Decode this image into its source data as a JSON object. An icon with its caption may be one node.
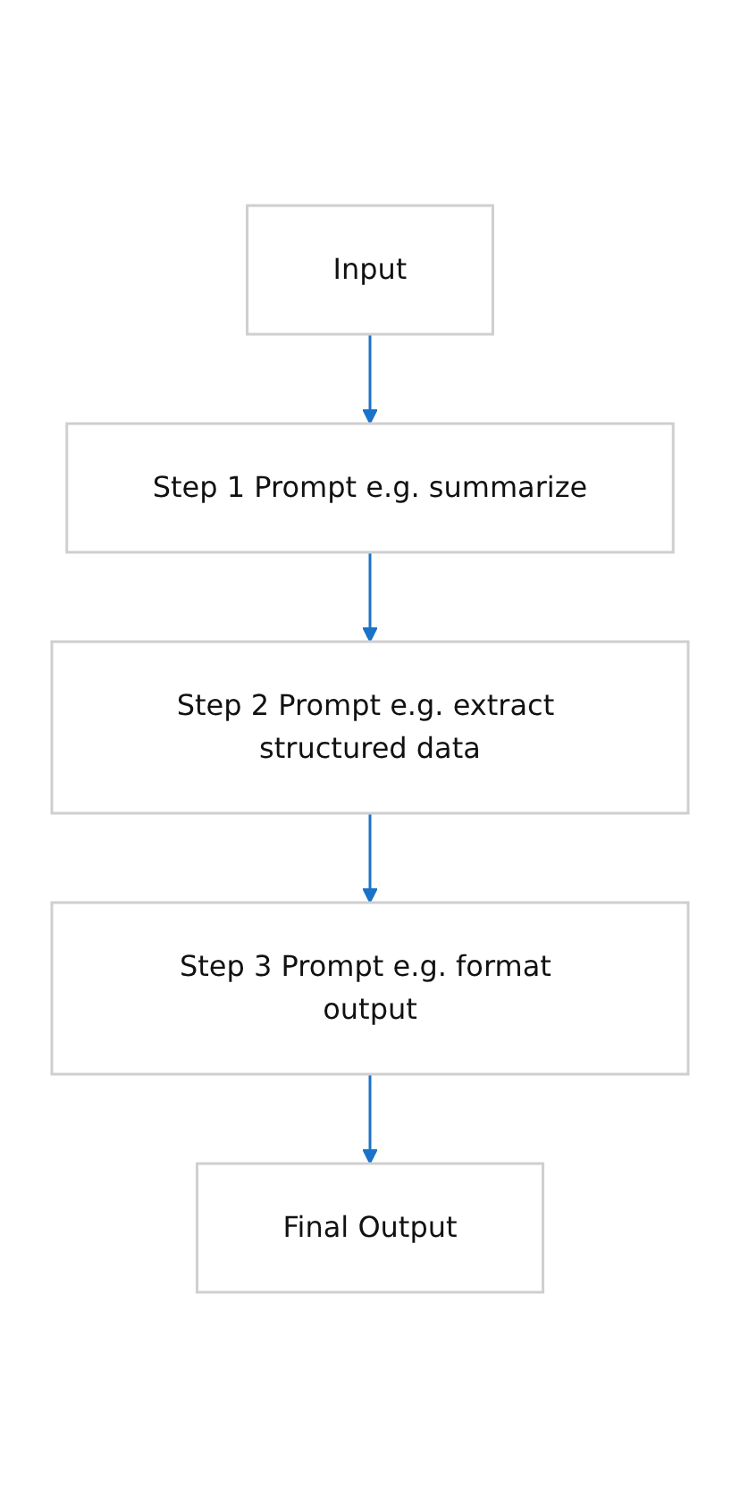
{
  "diagram": {
    "nodes": [
      {
        "text": [
          "Input"
        ]
      },
      {
        "text": [
          "Step 1 Prompt e.g. summarize"
        ]
      },
      {
        "text": [
          "Step 2 Prompt e.g. extract structured data"
        ]
      },
      {
        "text": [
          "Step 3 Prompt e.g. format output"
        ]
      },
      {
        "text": [
          "Final Output"
        ]
      }
    ],
    "edges": [
      {
        "from": 0,
        "to": 1,
        "arrow": "to"
      },
      {
        "from": 1,
        "to": 2,
        "arrow": "to"
      },
      {
        "from": 2,
        "to": 3,
        "arrow": "to"
      },
      {
        "from": 3,
        "to": 4,
        "arrow": "to"
      }
    ]
  }
}
